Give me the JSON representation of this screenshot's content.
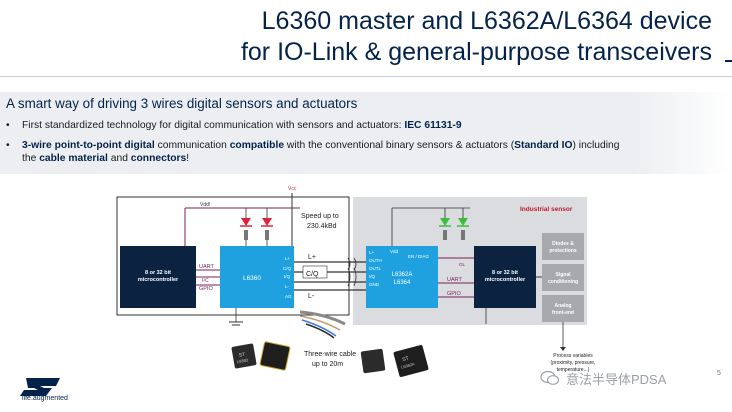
{
  "slide": {
    "title_line1": "L6360 master and L6362A/L6364 device",
    "title_line2": "for IO-Link & general-purpose transceivers",
    "heading": "A smart way of driving 3 wires digital sensors and actuators",
    "bullet1": {
      "text": "First standardized technology for digital communication with sensors and actuators: ",
      "bold": "IEC 61131-9"
    },
    "bullet2": {
      "b1": "3-wire point-to-point digital",
      "t1": " communication ",
      "b2": "compatible",
      "t2": " with the conventional binary sensors & actuators (",
      "b3": "Standard IO",
      "t3": ") including the ",
      "b4": "cable material",
      "t4": " and ",
      "b5": "connectors",
      "t5": "!"
    },
    "page_number": "5",
    "logo_tagline": "life.augmented"
  },
  "diagram": {
    "vdd_label": "Vdd!",
    "vcc_label": "Vcc",
    "master_mcu": "8 or 32 bit\nmicrocontroller",
    "master_mcu_line1": "8 or 32 bit",
    "master_mcu_line2": "microcontroller",
    "uart": "UART",
    "i2c": "I²C",
    "gpio": "GPIO",
    "l6360": "L6360",
    "pin_lplus": "L+",
    "pin_cq": "C/Q",
    "pin_iq": "I/Q",
    "pin_lminus": "L-",
    "pin_ag": "AG",
    "speed_line1": "Speed up to",
    "speed_line2": "230.4kBd",
    "wire_lplus": "L+",
    "wire_cq": "C/Q",
    "wire_lminus": "L-",
    "cable_line1": "Three-wire cable",
    "cable_line2": "up to 20m",
    "industrial_sensor": "Industrial sensor",
    "dev_pin_lplus": "L+",
    "dev_pin_outh": "OUTH",
    "dev_pin_outl": "OUTL",
    "dev_pin_iq": "I/Q",
    "dev_pin_gnd": "GND",
    "dev_pin_en": "EN / DIAG",
    "dev_pin_vdd": "Vdd",
    "dev_pin_ol": "OL",
    "l6362a": "L6362A",
    "l6364": "L6364",
    "dev_mcu_line1": "8 or 32 bit",
    "dev_mcu_line2": "microcontroller",
    "dev_uart": "UART",
    "dev_gpio": "GPIO",
    "blocks": [
      "Diodes &\nprotections",
      "Signal\nconditioning",
      "Analog\nfront-end"
    ],
    "block1_l1": "Diodes &",
    "block1_l2": "protections",
    "block2_l1": "Signal",
    "block2_l2": "conditioning",
    "block3_l1": "Analog",
    "block3_l2": "front-end",
    "process_l1": "Process variables",
    "process_l2": "(proximity, pressure,",
    "process_l3": "temperature...)",
    "chip_marks": [
      "ST",
      "L6360",
      "ST",
      "L6362A"
    ]
  },
  "watermark": {
    "text": "意法半导体PDSA"
  },
  "colors": {
    "navy": "#03234b",
    "chip_blue": "#1fa1df",
    "mcu_navy": "#0b2240",
    "led_red": "#e0203a",
    "led_green": "#3bbf3b",
    "purple_signal": "#7a1f5c",
    "gray_panel": "#dadcdf",
    "block_gray": "#a7a9ac"
  }
}
